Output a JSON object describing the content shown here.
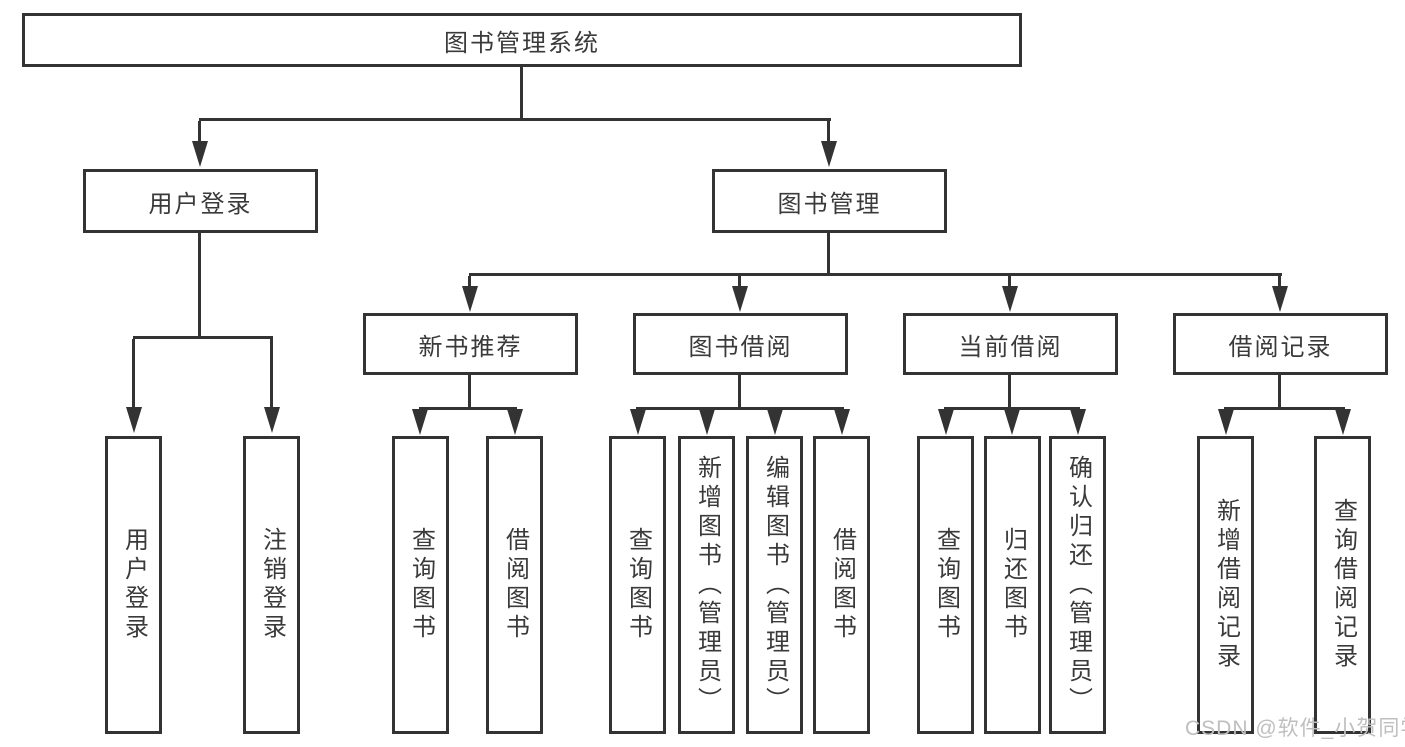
{
  "diagram": {
    "type": "hierarchy-tree",
    "root": "图书管理系统",
    "level2": {
      "user_login": "用户登录",
      "book_mgmt": "图书管理"
    },
    "level3": {
      "new_books": "新书推荐",
      "book_borrow": "图书借阅",
      "current_borrow": "当前借阅",
      "borrow_records": "借阅记录"
    },
    "leaves": {
      "user_login": "用户登录",
      "logout": "注销登录",
      "nb_query": "查询图书",
      "nb_borrow": "借阅图书",
      "bb_query": "查询图书",
      "bb_add": "新增图书（管理员）",
      "bb_edit": "编辑图书（管理员）",
      "bb_borrow": "借阅图书",
      "cb_query": "查询图书",
      "cb_return": "归还图书",
      "cb_confirm": "确认归还（管理员）",
      "br_add": "新增借阅记录",
      "br_query": "查询借阅记录"
    }
  },
  "watermark": "CSDN @软件_小贺同学",
  "colors": {
    "line": "#333333",
    "text": "#3a3a3a",
    "watermark": "#bfbfbf",
    "background": "#ffffff"
  }
}
